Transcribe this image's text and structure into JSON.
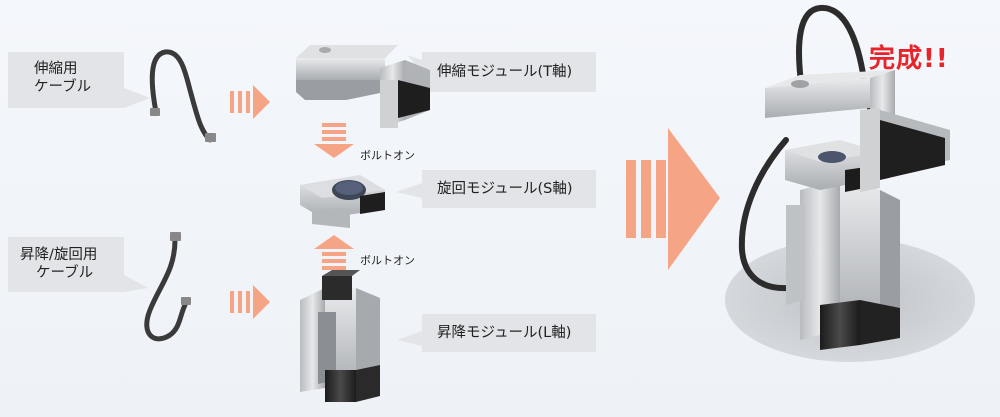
{
  "cables": {
    "telescopic": {
      "line1": "伸縮用",
      "line2": "ケーブル"
    },
    "lift_rotate": {
      "line1": "昇降/旋回用",
      "line2": "ケーブル"
    }
  },
  "modules": {
    "t_axis": "伸縮モジュール(T軸)",
    "s_axis": "旋回モジュール(S軸)",
    "l_axis": "昇降モジュール(L軸)"
  },
  "bolt_on_top": "ボルトオン",
  "bolt_on_bottom": "ボルトオン",
  "complete": "完成!!",
  "colors": {
    "arrow": "#f5a585",
    "label_bg": "#e2e4e7",
    "accent_red": "#e8242b",
    "module_light": "#c9cbce",
    "module_dark": "#2a2a2a"
  }
}
